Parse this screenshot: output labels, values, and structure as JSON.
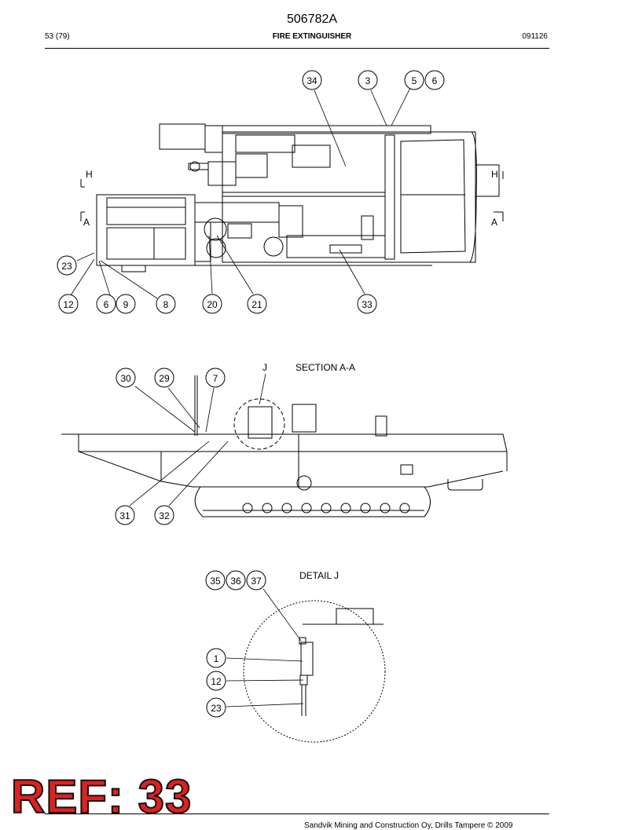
{
  "header": {
    "doc_number": "506782A",
    "page": "53 (79)",
    "title": "FIRE EXTINGUISHER",
    "date": "091126"
  },
  "views": {
    "top": {
      "section_markers": {
        "left_upper": "H",
        "left_lower": "A",
        "right_upper": "H",
        "right_lower": "A"
      },
      "balloons": [
        "34",
        "3",
        "5",
        "6",
        "23",
        "12",
        "6",
        "9",
        "8",
        "20",
        "21",
        "33"
      ]
    },
    "section": {
      "title": "SECTION  A-A",
      "detail_marker": "J",
      "balloons": [
        "30",
        "29",
        "7",
        "31",
        "32"
      ]
    },
    "detail": {
      "title": "DETAIL  J",
      "balloons": [
        "35",
        "36",
        "37",
        "1",
        "12",
        "23"
      ]
    }
  },
  "stamp": "REF: 33",
  "footer": {
    "copyright": "Sandvik Mining and Construction Oy, Drills Tampere © 2009"
  }
}
